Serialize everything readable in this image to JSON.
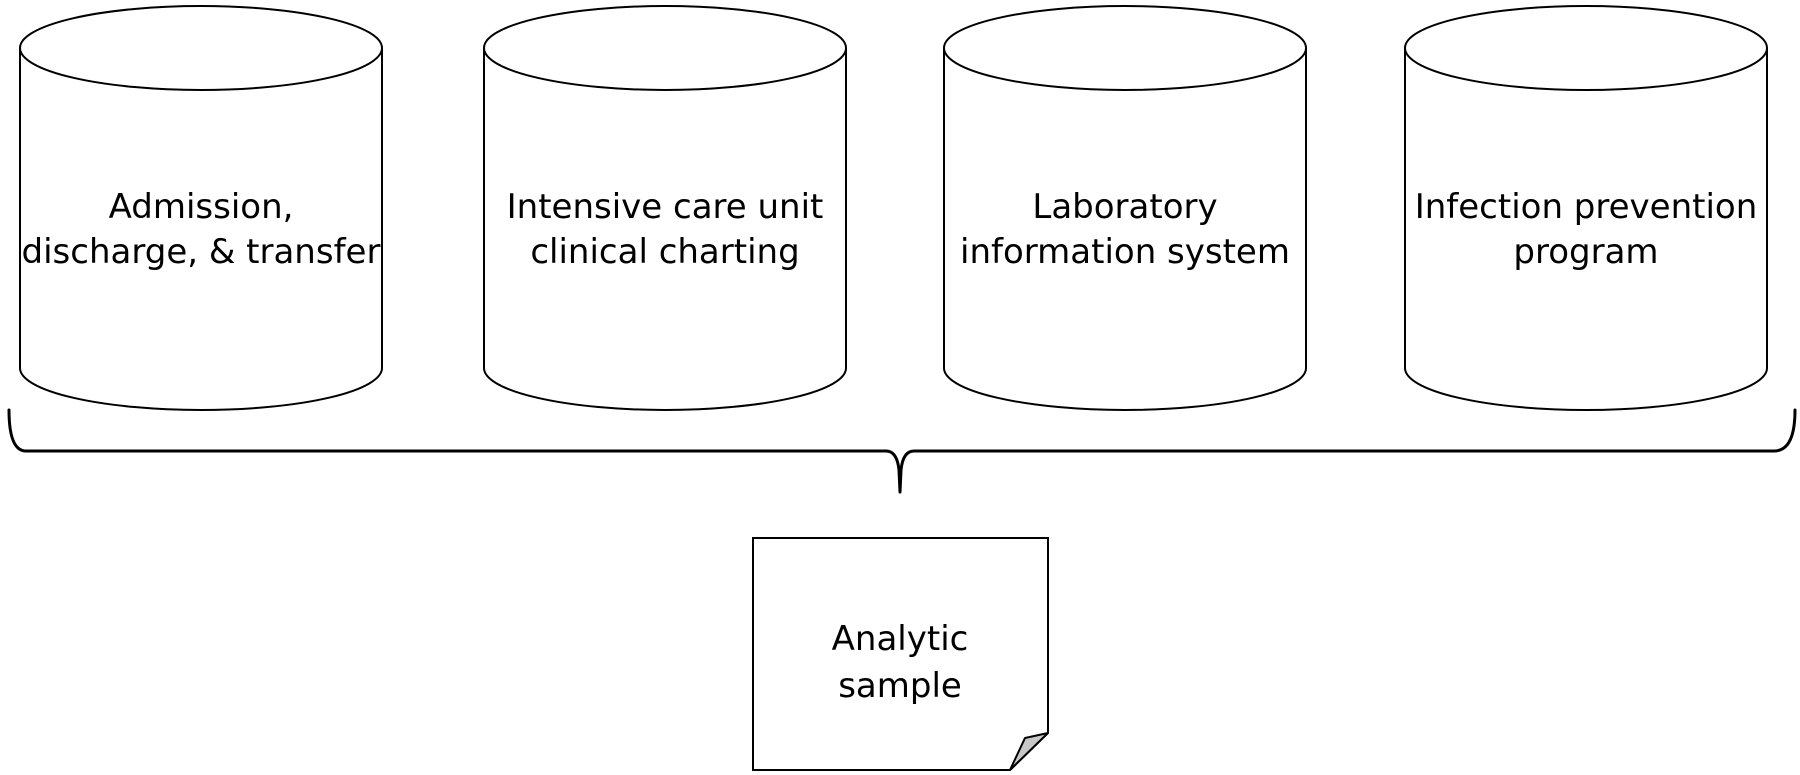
{
  "databases": [
    {
      "line1": "Admission,",
      "line2": "discharge, & transfer"
    },
    {
      "line1": "Intensive care unit",
      "line2": "clinical charting"
    },
    {
      "line1": "Laboratory",
      "line2": "information system"
    },
    {
      "line1": "Infection prevention",
      "line2": "program"
    }
  ],
  "output": {
    "line1": "Analytic",
    "line2": "sample"
  }
}
